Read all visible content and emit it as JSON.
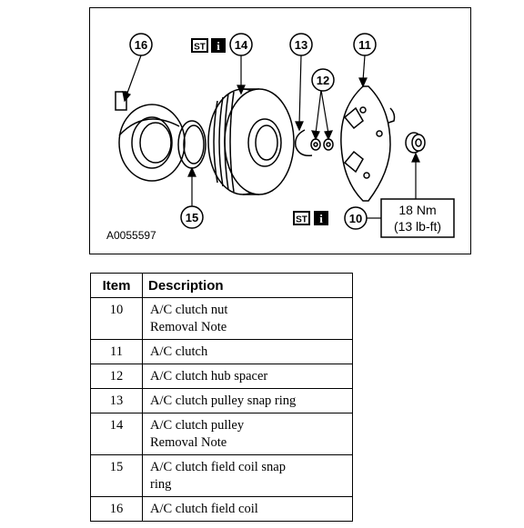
{
  "figure": {
    "code": "A0055597",
    "torque": {
      "nm": "18 Nm",
      "lbft": "(13 lb-ft)"
    },
    "st_label": "ST",
    "info_label": "i",
    "callouts": [
      "16",
      "14",
      "13",
      "12",
      "11",
      "15",
      "10"
    ]
  },
  "table": {
    "headers": {
      "item": "Item",
      "description": "Description"
    },
    "rows": [
      {
        "item": "10",
        "lines": [
          "A/C clutch nut",
          "Removal Note"
        ]
      },
      {
        "item": "11",
        "lines": [
          "A/C clutch"
        ]
      },
      {
        "item": "12",
        "lines": [
          "A/C clutch hub spacer"
        ]
      },
      {
        "item": "13",
        "lines": [
          "A/C clutch pulley snap ring"
        ]
      },
      {
        "item": "14",
        "lines": [
          "A/C clutch pulley",
          "Removal Note"
        ]
      },
      {
        "item": "15",
        "lines": [
          "A/C clutch field coil snap",
          "ring"
        ]
      },
      {
        "item": "16",
        "lines": [
          "A/C clutch field coil"
        ]
      }
    ]
  }
}
